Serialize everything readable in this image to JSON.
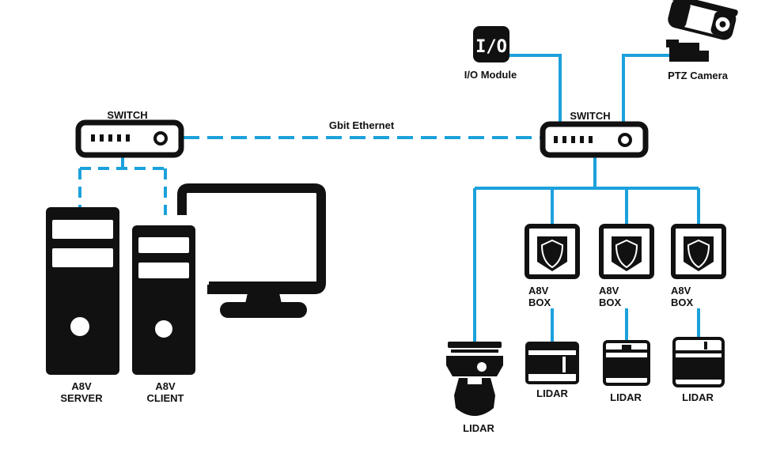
{
  "colors": {
    "link": "#1ba1dc",
    "device": "#111111",
    "background": "#ffffff"
  },
  "labels": {
    "io_module": "I/O Module",
    "io_glyph": "I/O",
    "ptz_camera": "PTZ Camera",
    "switch_left": "SWITCH",
    "switch_right": "SWITCH",
    "link_label": "Gbit Ethernet",
    "server": [
      "A8V",
      "SERVER"
    ],
    "client": [
      "A8V",
      "CLIENT"
    ],
    "box": [
      "A8V",
      "BOX"
    ],
    "lidar": "LIDAR"
  },
  "icons": [
    "switch-icon",
    "io-module-icon",
    "ptz-camera-icon",
    "server-tower-icon",
    "client-tower-icon",
    "monitor-icon",
    "shield-box-icon",
    "lidar-icon"
  ]
}
